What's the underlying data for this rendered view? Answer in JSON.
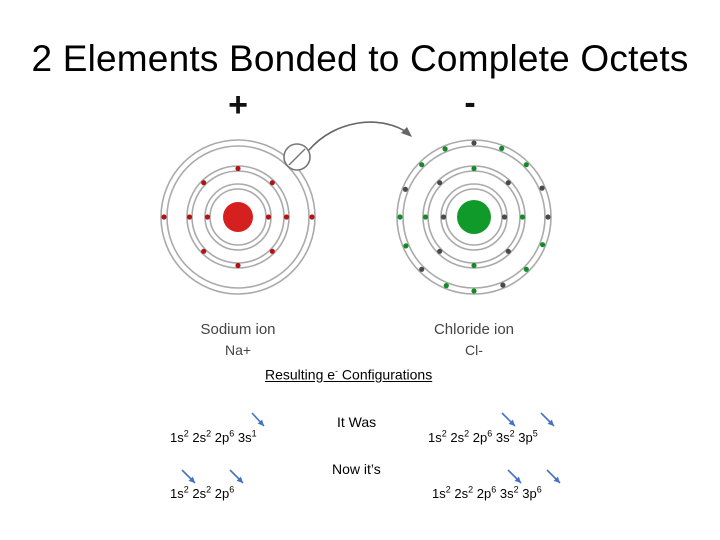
{
  "title": "2 Elements Bonded to Complete Octets",
  "sodium": {
    "charge": "+",
    "label": "Sodium ion",
    "symbol": "Na+",
    "nucleus_color": "#d62020",
    "electron_color": "#b01515"
  },
  "chloride": {
    "charge": "-",
    "label": "Chloride ion",
    "symbol": "Cl-",
    "nucleus_color": "#0f9a2a",
    "electron_color": "#158a2a",
    "electron_dark_color": "#4a4a4a"
  },
  "resulting": {
    "prefix": "Resulting e",
    "sup": "-",
    "suffix": " Configurations"
  },
  "labels": {
    "it_was": "It Was",
    "now_its": "Now it’s"
  },
  "configs": {
    "na_before": [
      [
        "1s",
        "2"
      ],
      [
        "2s",
        "2"
      ],
      [
        "2p",
        "6"
      ],
      [
        "3s",
        "1"
      ]
    ],
    "na_after": [
      [
        "1s",
        "2"
      ],
      [
        "2s",
        "2"
      ],
      [
        "2p",
        "6"
      ]
    ],
    "cl_before": [
      [
        "1s",
        "2"
      ],
      [
        "2s",
        "2"
      ],
      [
        "2p",
        "6"
      ],
      [
        "3s",
        "2"
      ],
      [
        "3p",
        "5"
      ]
    ],
    "cl_after": [
      [
        "1s",
        "2"
      ],
      [
        "2s",
        "2"
      ],
      [
        "2p",
        "6"
      ],
      [
        "3s",
        "2"
      ],
      [
        "3p",
        "6"
      ]
    ]
  },
  "arrow_color": "#4472c4"
}
